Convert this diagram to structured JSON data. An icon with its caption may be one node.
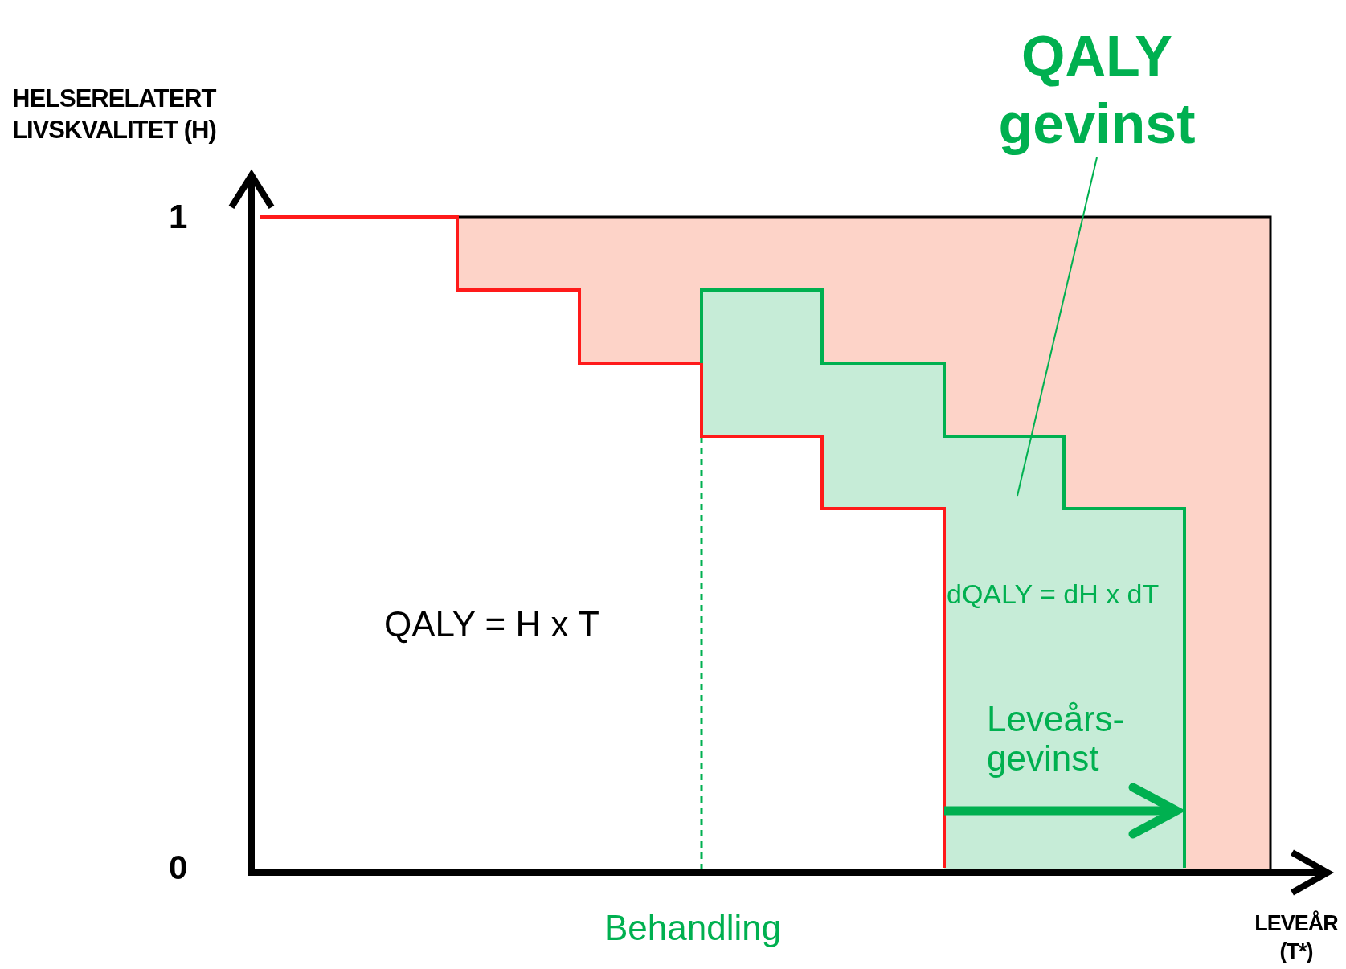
{
  "diagram": {
    "nodes": [
      {
        "text": [
          "QALY gevinst"
        ]
      },
      {
        "text": [],
        "shape": "area"
      }
    ],
    "edges": [
      {
        "from": 0,
        "to": 1,
        "arrow": "none"
      }
    ],
    "labels": [
      "HELSERELATERT LIVSKVALITET (H)",
      "1",
      "0",
      "QALY = H x T",
      "dQALY = dH x dT",
      "Leveårs- gevinst",
      "Behandling",
      "LEVEÅR (T*)"
    ]
  }
}
